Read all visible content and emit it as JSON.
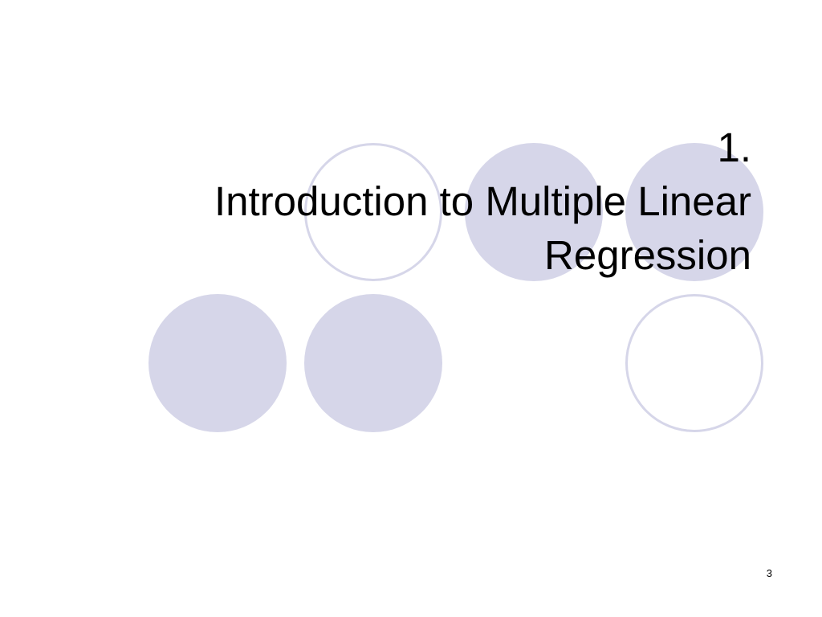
{
  "slide": {
    "title_line1": "1.",
    "title_line2": "Introduction to Multiple Linear",
    "title_line3": "Regression",
    "slide_number": "3"
  },
  "colors": {
    "circle_fill": "#d6d6e9",
    "background": "#ffffff",
    "text": "#000000"
  }
}
